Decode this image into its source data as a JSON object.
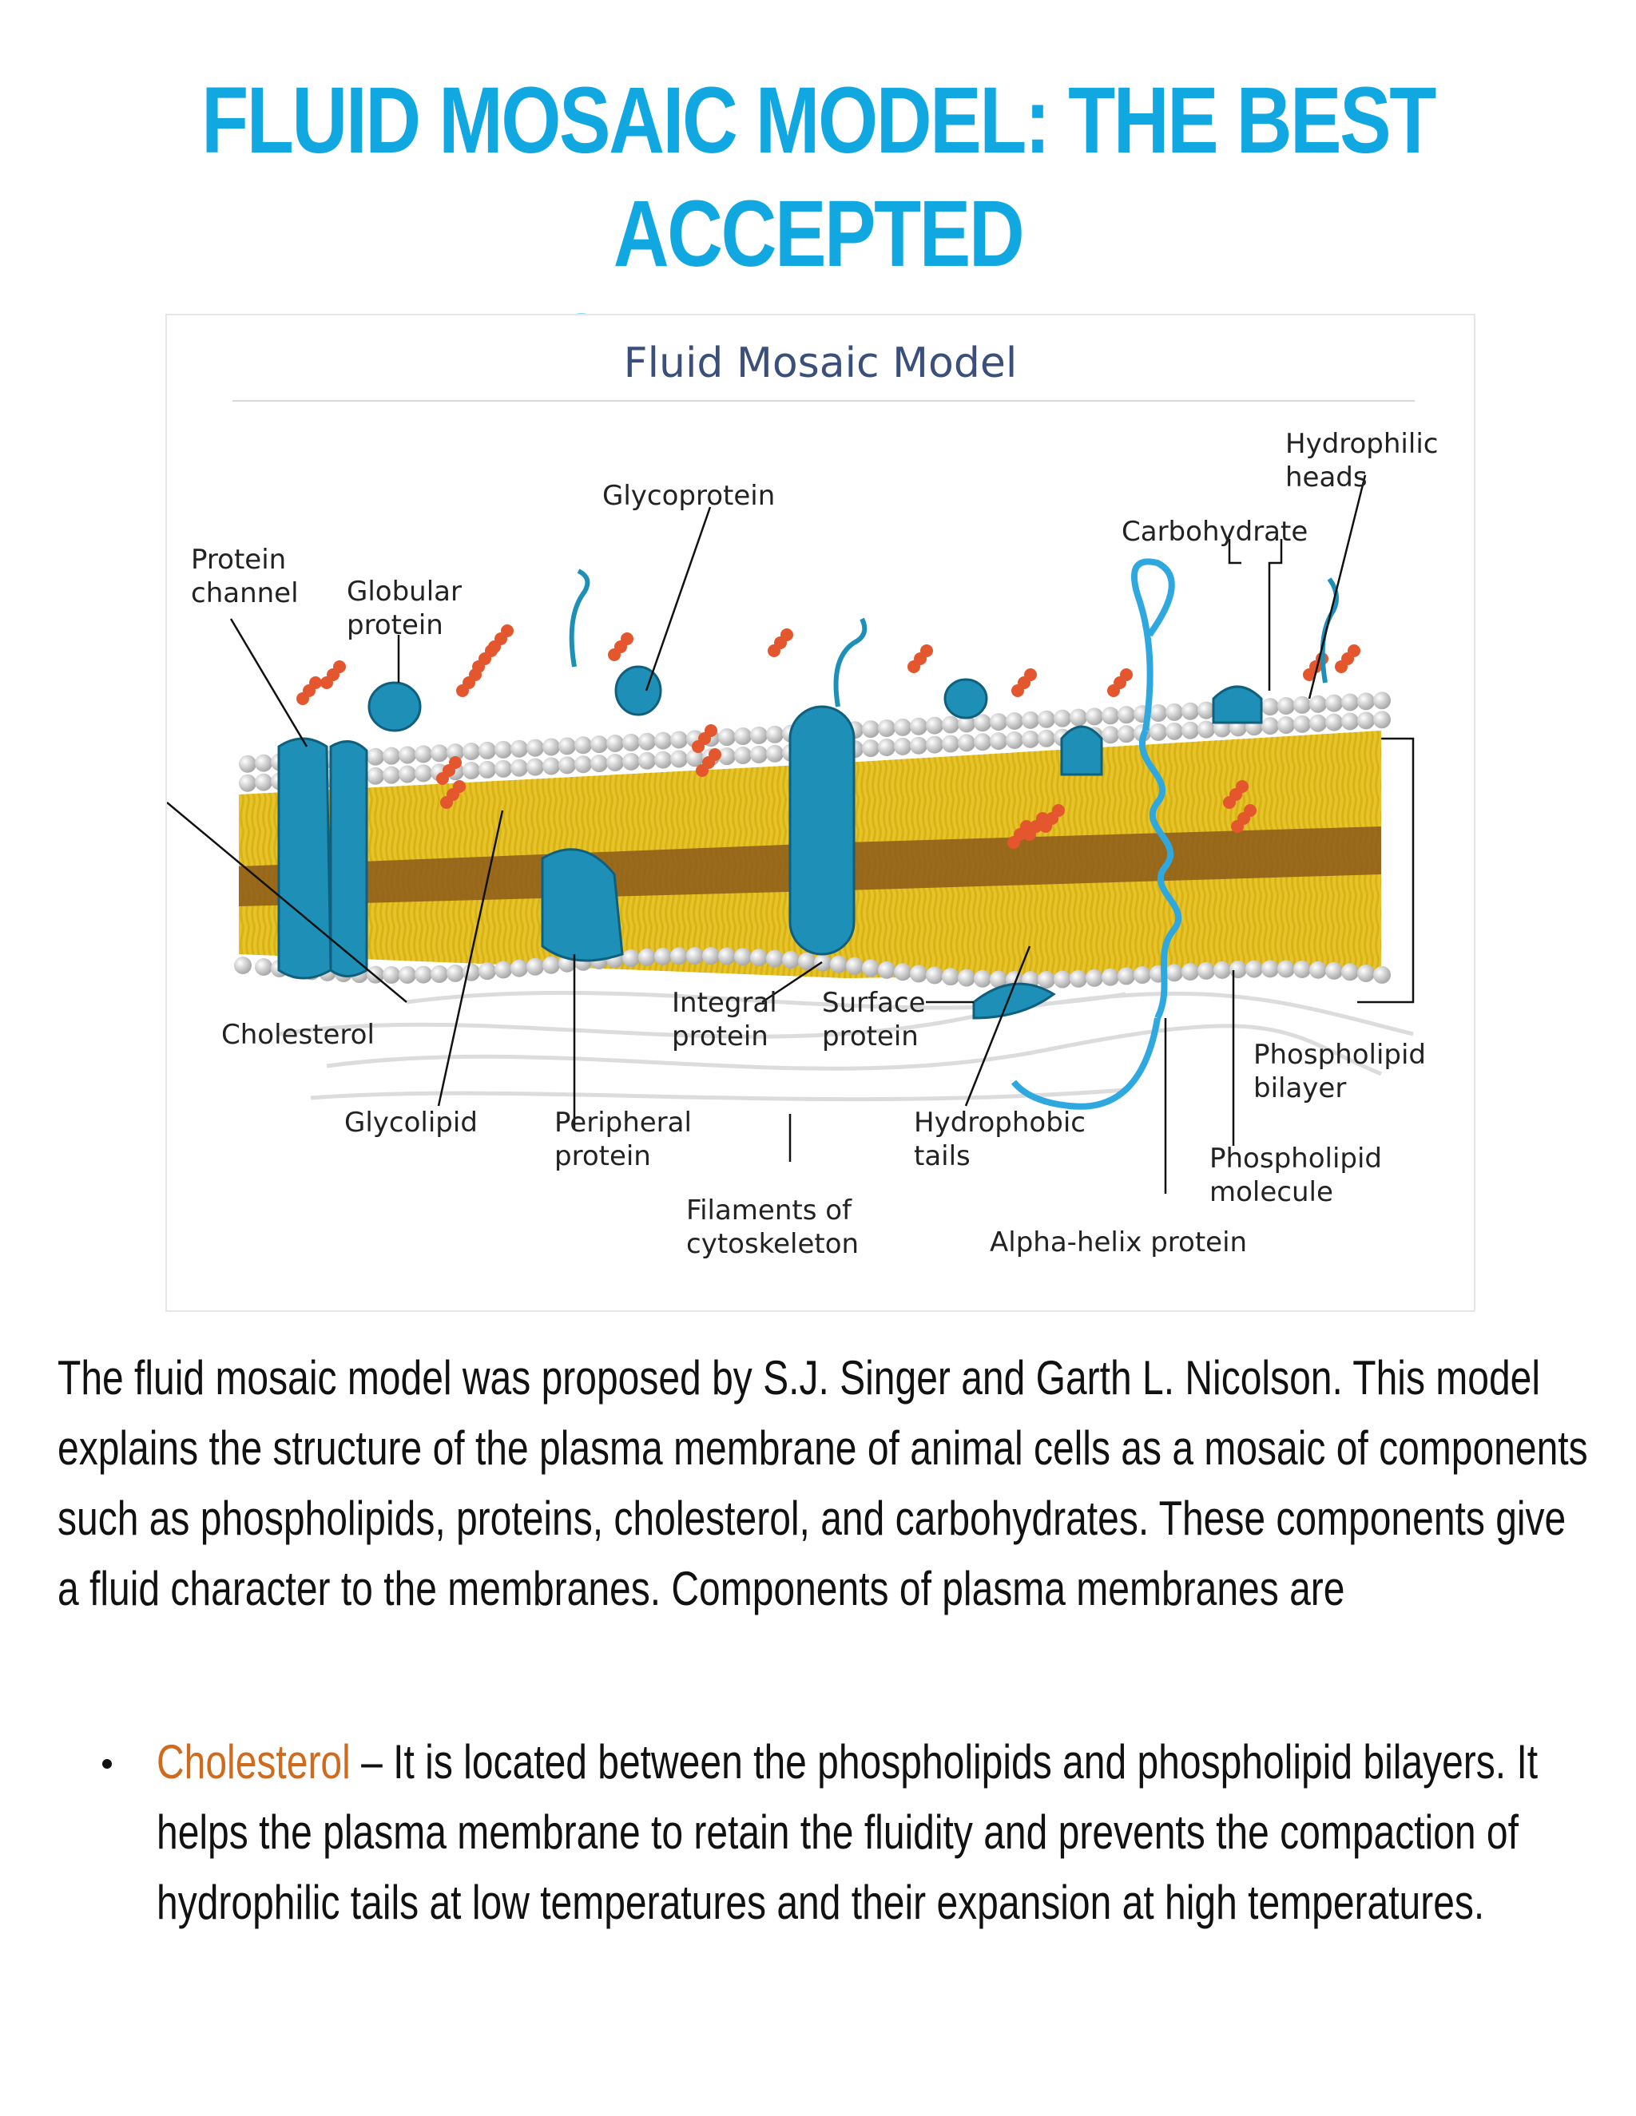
{
  "page": {
    "title_line1": "FLUID MOSAIC MODEL: THE BEST ACCEPTED",
    "title_line2": "MODEL TILL DATE"
  },
  "figure": {
    "title": "Fluid Mosaic Model",
    "labels": {
      "hydrophilic_heads": "Hydrophilic\nheads",
      "glycoprotein": "Glycoprotein",
      "carbohydrate": "Carbohydrate",
      "protein_channel": "Protein\nchannel",
      "globular_protein": "Globular\nprotein",
      "cholesterol": "Cholesterol",
      "integral_protein": "Integral\nprotein",
      "surface_protein": "Surface\nprotein",
      "phospholipid_bilayer": "Phospholipid\nbilayer",
      "glycolipid": "Glycolipid",
      "peripheral_protein": "Peripheral\nprotein",
      "hydrophobic_tails": "Hydrophobic\ntails",
      "phospholipid_molecule": "Phospholipid\nmolecule",
      "filaments": "Filaments of\ncytoskeleton",
      "alpha_helix": "Alpha-helix protein"
    },
    "colors": {
      "protein": "#1e90b8",
      "head": "#e8e8e8",
      "tail": "#e0c020",
      "core": "#8b5a1a",
      "carb": "#e4572e"
    }
  },
  "body": {
    "paragraph": "The fluid mosaic model was proposed by S.J. Singer and Garth L. Nicolson. This model explains the structure of the plasma membrane of animal cells as a mosaic of components such as phospholipids, proteins, cholesterol, and carbohydrates. These components give a fluid character to the membranes. Components of plasma membranes are",
    "bullets": [
      {
        "term": "Cholesterol",
        "text": " – It is located between the phospholipids and phospholipid bilayers. It helps the plasma membrane to retain the fluidity and prevents the compaction of hydrophilic tails at low temperatures and their expansion at high temperatures."
      }
    ]
  }
}
